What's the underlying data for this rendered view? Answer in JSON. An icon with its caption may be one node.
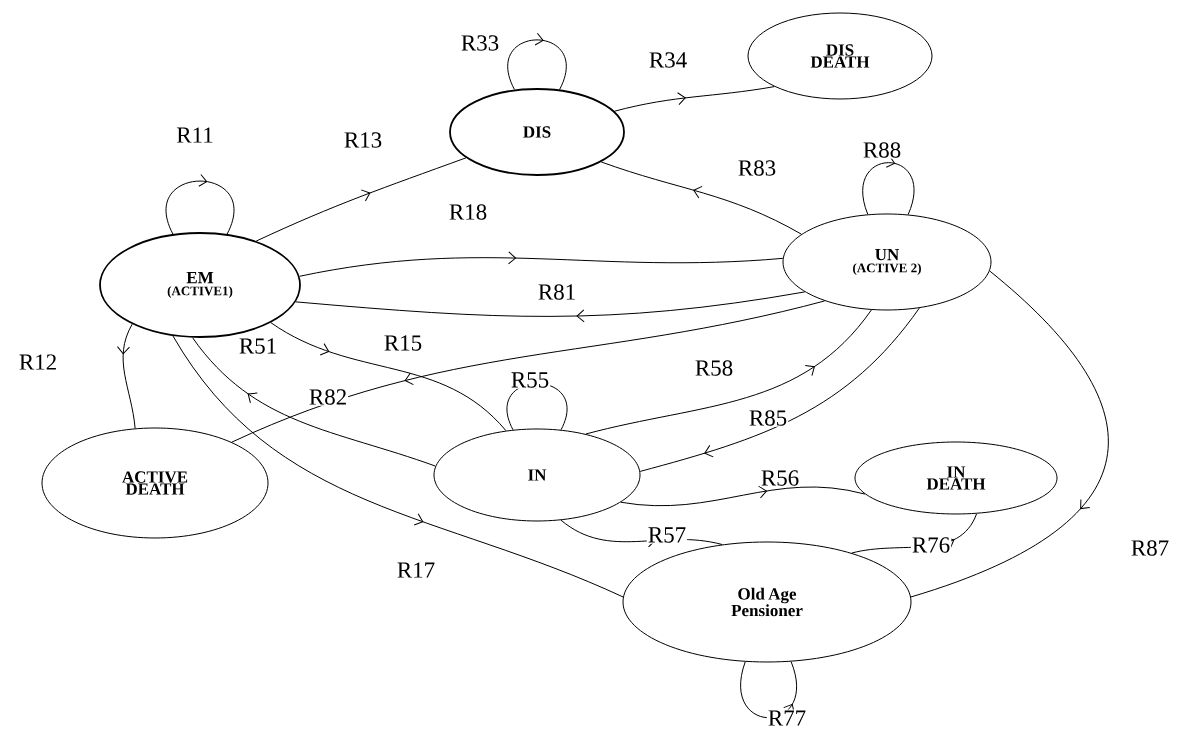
{
  "diagram": {
    "nodes": [
      {
        "text": [
          "EM",
          "(ACTIVE1)"
        ]
      },
      {
        "text": [
          "DIS"
        ]
      },
      {
        "text": [
          "DIS DEATH"
        ]
      },
      {
        "text": [
          "UN",
          "(ACTIVE 2)"
        ]
      },
      {
        "text": [
          "ACTIVE DEATH"
        ]
      },
      {
        "text": [
          "IN"
        ]
      },
      {
        "text": [
          "IN DEATH"
        ]
      },
      {
        "text": [
          "Old Age Pensioner"
        ]
      }
    ],
    "edges": [
      {
        "from": 0,
        "to": 0,
        "arrow": "to",
        "label": "R11"
      },
      {
        "from": 0,
        "to": 1,
        "arrow": "to",
        "label": "R13"
      },
      {
        "from": 1,
        "to": 1,
        "arrow": "to",
        "label": "R33"
      },
      {
        "from": 1,
        "to": 2,
        "arrow": "to",
        "label": "R34"
      },
      {
        "from": 3,
        "to": 1,
        "arrow": "to",
        "label": "R83"
      },
      {
        "from": 3,
        "to": 3,
        "arrow": "to",
        "label": "R88"
      },
      {
        "from": 0,
        "to": 3,
        "arrow": "to",
        "label": "R18"
      },
      {
        "from": 3,
        "to": 0,
        "arrow": "to",
        "label": "R81"
      },
      {
        "from": 0,
        "to": 4,
        "arrow": "to",
        "label": "R12"
      },
      {
        "from": 5,
        "to": 0,
        "arrow": "to",
        "label": "R51"
      },
      {
        "from": 0,
        "to": 5,
        "arrow": "to",
        "label": "R15"
      },
      {
        "from": 3,
        "to": 4,
        "arrow": "to",
        "label": "R82"
      },
      {
        "from": 5,
        "to": 5,
        "arrow": "to",
        "label": "R55"
      },
      {
        "from": 5,
        "to": 3,
        "arrow": "to",
        "label": "R58"
      },
      {
        "from": 3,
        "to": 5,
        "arrow": "to",
        "label": "R85"
      },
      {
        "from": 5,
        "to": 6,
        "arrow": "to",
        "label": "R56"
      },
      {
        "from": 5,
        "to": 7,
        "arrow": "to",
        "label": "R57"
      },
      {
        "from": 0,
        "to": 7,
        "arrow": "to",
        "label": "R17"
      },
      {
        "from": 7,
        "to": 6,
        "arrow": "to",
        "label": "R76"
      },
      {
        "from": 3,
        "to": 7,
        "arrow": "to",
        "label": "R87"
      },
      {
        "from": 7,
        "to": 7,
        "arrow": "to",
        "label": "R77"
      }
    ]
  }
}
